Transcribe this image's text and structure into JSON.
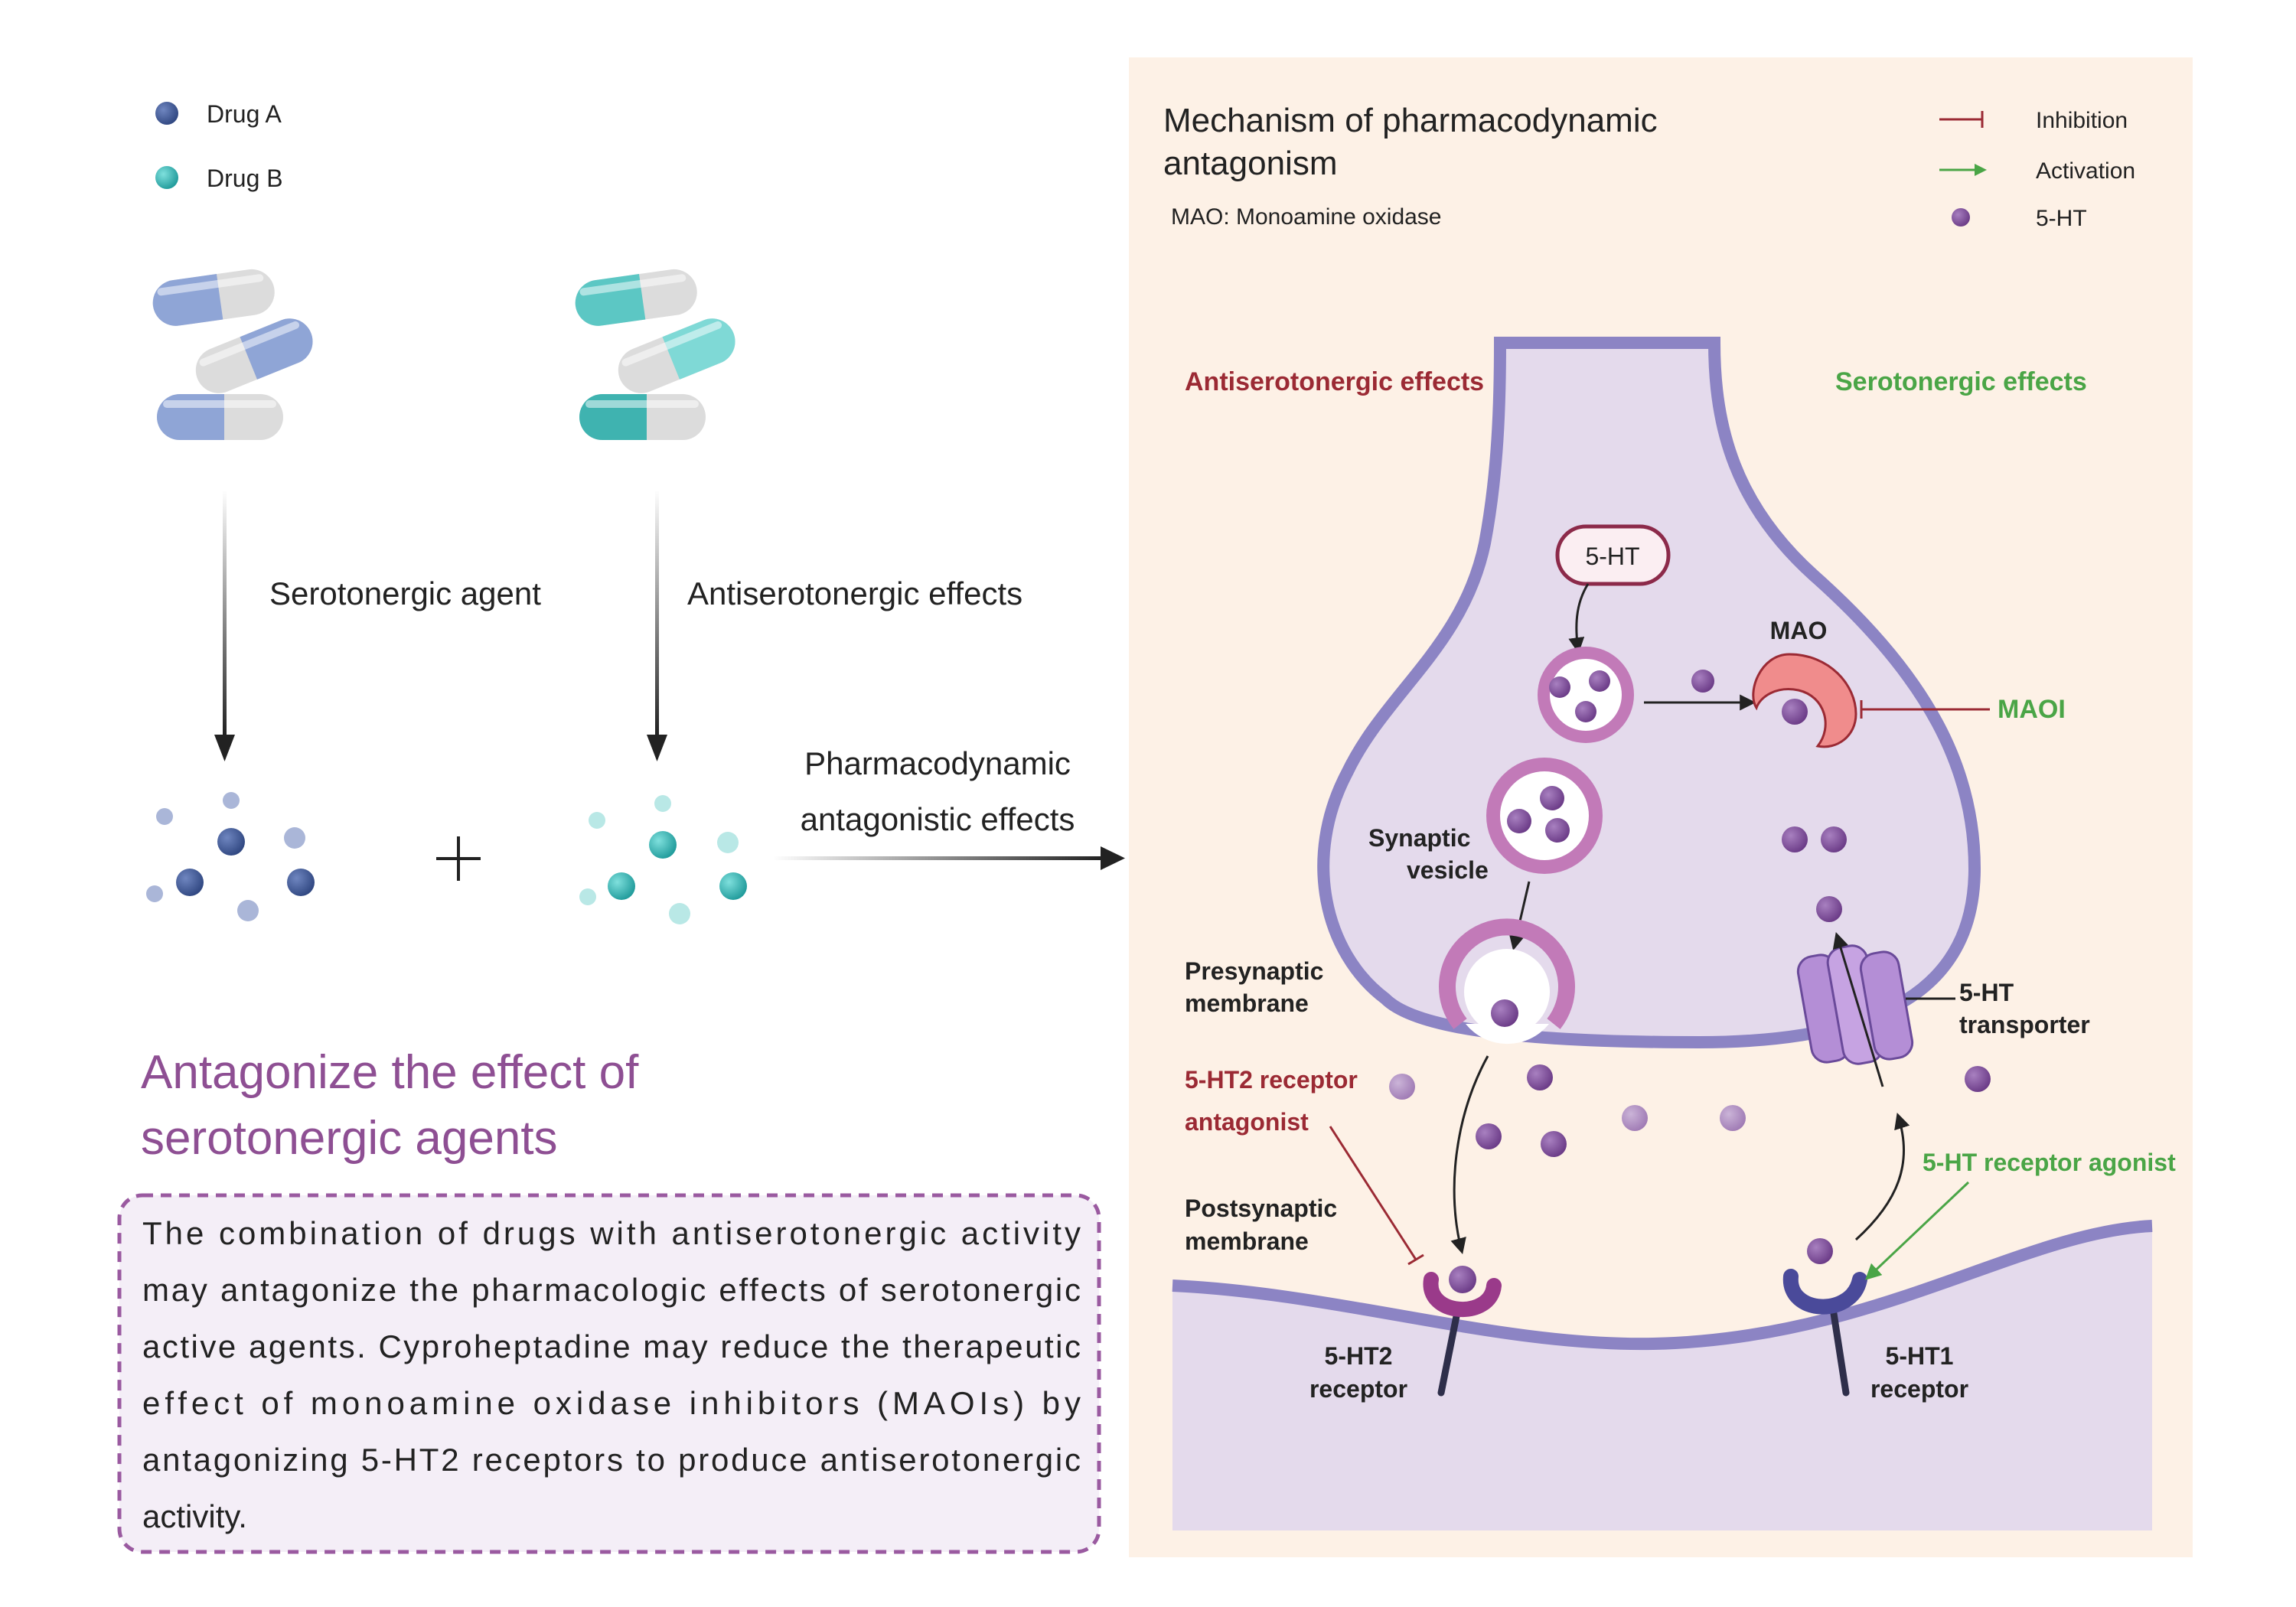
{
  "legend_left": {
    "drug_a": "Drug A",
    "drug_b": "Drug B"
  },
  "left_panel": {
    "serotonergic_agent": "Serotonergic agent",
    "antiserotonergic_effects": "Antiserotonergic effects",
    "pd_line1": "Pharmacodynamic",
    "pd_line2": "antagonistic effects",
    "heading_line1": "Antagonize the effect of",
    "heading_line2": "serotonergic agents",
    "description_lines": [
      "The combination of drugs with antiserotonergic activity",
      "may antagonize the pharmacologic effects of serotonergic",
      "active agents. Cyproheptadine may reduce the therapeutic",
      "effect of monoamine oxidase inhibitors (MAOIs) by",
      "antagonizing 5-HT2 receptors to produce antiserotonergic",
      "activity."
    ]
  },
  "right_panel": {
    "title_line1": "Mechanism of pharmacodynamic",
    "title_line2": "antagonism",
    "abbreviation": "MAO: Monoamine oxidase",
    "legend": {
      "inhibition": "Inhibition",
      "activation": "Activation",
      "serotonin": "5-HT"
    },
    "antiserotonergic_effects": "Antiserotonergic effects",
    "serotonergic_effects": "Serotonergic effects",
    "five_ht_box": "5-HT",
    "mao": "MAO",
    "maoi": "MAOI",
    "synaptic_vesicle_1": "Synaptic",
    "synaptic_vesicle_2": "vesicle",
    "presynaptic_1": "Presynaptic",
    "presynaptic_2": "membrane",
    "transporter_1": "5-HT",
    "transporter_2": "transporter",
    "ht2_antagonist_1": "5-HT2 receptor",
    "ht2_antagonist_2": "antagonist",
    "postsynaptic_1": "Postsynaptic",
    "postsynaptic_2": "membrane",
    "ht_agonist": "5-HT receptor agonist",
    "ht2_receptor_1": "5-HT2",
    "ht2_receptor_2": "receptor",
    "ht1_receptor_1": "5-HT1",
    "ht1_receptor_2": "receptor"
  },
  "colors": {
    "panel_bg": "#fdf1e6",
    "neuron_fill": "#e4daec",
    "neuron_stroke": "#8c84c4",
    "vesicle": "#c27ab8",
    "serotonin_dot": "#7e4a98",
    "inhibition": "#9b2a34",
    "activation": "#4aa546",
    "drug_a": "#3b5590",
    "drug_b": "#2aa8a8",
    "heading": "#8e4f93",
    "mao": "#f08c8c"
  }
}
